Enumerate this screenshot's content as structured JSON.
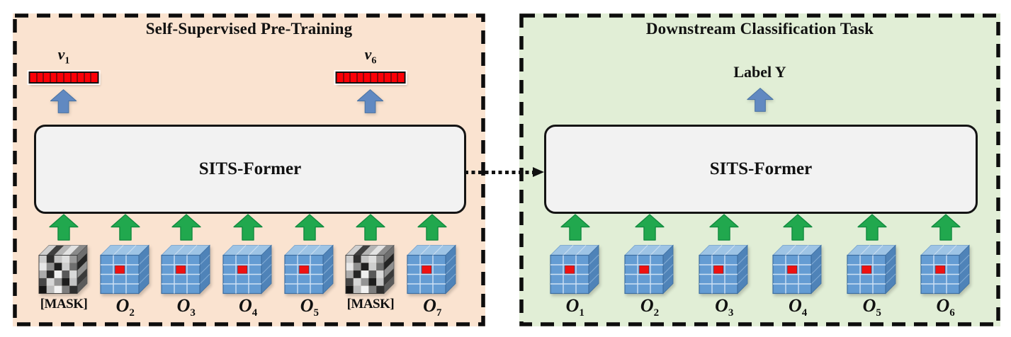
{
  "left_panel": {
    "title": "Self-Supervised Pre-Training",
    "former_label": "SITS-Former",
    "output_vectors": [
      {
        "base": "v",
        "sub": "1"
      },
      {
        "base": "v",
        "sub": "6"
      }
    ],
    "inputs": [
      {
        "kind": "masked",
        "label": "[MASK]"
      },
      {
        "kind": "observation",
        "base": "O",
        "sub": "2"
      },
      {
        "kind": "observation",
        "base": "O",
        "sub": "3"
      },
      {
        "kind": "observation",
        "base": "O",
        "sub": "4"
      },
      {
        "kind": "observation",
        "base": "O",
        "sub": "5"
      },
      {
        "kind": "masked",
        "label": "[MASK]"
      },
      {
        "kind": "observation",
        "base": "O",
        "sub": "7"
      }
    ]
  },
  "right_panel": {
    "title": "Downstream Classification Task",
    "output_label": "Label Y",
    "former_label": "SITS-Former",
    "inputs": [
      {
        "kind": "observation",
        "base": "O",
        "sub": "1"
      },
      {
        "kind": "observation",
        "base": "O",
        "sub": "2"
      },
      {
        "kind": "observation",
        "base": "O",
        "sub": "3"
      },
      {
        "kind": "observation",
        "base": "O",
        "sub": "4"
      },
      {
        "kind": "observation",
        "base": "O",
        "sub": "5"
      },
      {
        "kind": "observation",
        "base": "O",
        "sub": "6"
      }
    ]
  },
  "connector": {
    "type": "dotted-arrow",
    "from": "pretraining SITS-Former",
    "to": "downstream SITS-Former"
  },
  "colors": {
    "canvas_bg": "#ffffff",
    "left_panel_bg": "#fae3d0",
    "right_panel_bg": "#e1eed6",
    "former_box_bg": "#f2f2f2",
    "vector_red": "#fb0007",
    "green_arrow": "#21a84e",
    "blue_arrow": "#6189c1",
    "cube_front": "#649cd3",
    "cube_top": "#9ec4e5",
    "cube_side": "#4f83b8",
    "cube_center_red": "#ee1111"
  }
}
